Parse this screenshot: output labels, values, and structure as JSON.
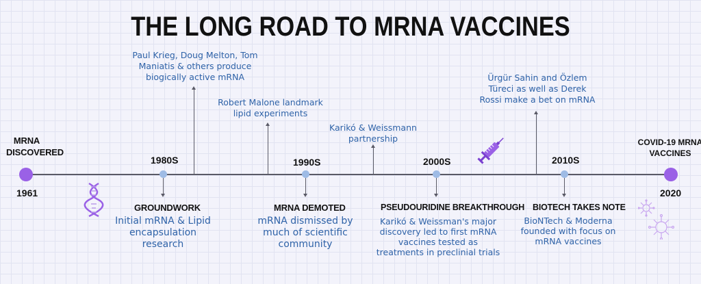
{
  "title": "THE LONG ROAD TO MRNA VACCINES",
  "start": {
    "label_line1": "MRNA",
    "label_line2": "DISCOVERED",
    "year": "1961"
  },
  "end": {
    "label_line1": "COVID-19 MRNA",
    "label_line2": "VACCINES",
    "year": "2020"
  },
  "decades": [
    "1980s",
    "1990s",
    "2000s",
    "2010s"
  ],
  "notes": {
    "krieg": [
      "Paul Krieg, Doug Melton, Tom",
      "Maniatis & others produce",
      "biogically active mRNA"
    ],
    "malone": [
      "Robert Malone landmark",
      "lipid experiments"
    ],
    "kariko": [
      "Karikó & Weissmann",
      "partnership"
    ],
    "sahin": [
      "Ürgür Sahin and Özlem",
      "Türeci as well as Derek",
      "Rossi make a bet on mRNA"
    ]
  },
  "sections": {
    "groundwork": {
      "title": "GROUNDWORK",
      "desc": [
        "Initial mRNA & Lipid",
        "encapsulation",
        "research"
      ]
    },
    "demoted": {
      "title": "MRNA DEMOTED",
      "desc": [
        "mRNA dismissed by",
        "much of scientific",
        "community"
      ]
    },
    "pseudo": {
      "title": "PSEUDOURIDINE BREAKTHROUGH",
      "desc": [
        "Karikó & Weissman's major",
        "discovery led to first mRNA",
        "vaccines tested as",
        "treatments in preclinial trials"
      ]
    },
    "biotech": {
      "title": "BIOTECH TAKES NOTE",
      "desc": [
        "BioNTech & Moderna",
        "founded with focus on",
        "mRNA vaccines"
      ]
    }
  },
  "icons": [
    "dna-icon",
    "syringe-icon",
    "virus-icon"
  ],
  "colors": {
    "accent": "#9a61e6",
    "decade_dot": "#9ebbe5",
    "text_blue": "#2f63a8",
    "line": "#5a5a66"
  }
}
